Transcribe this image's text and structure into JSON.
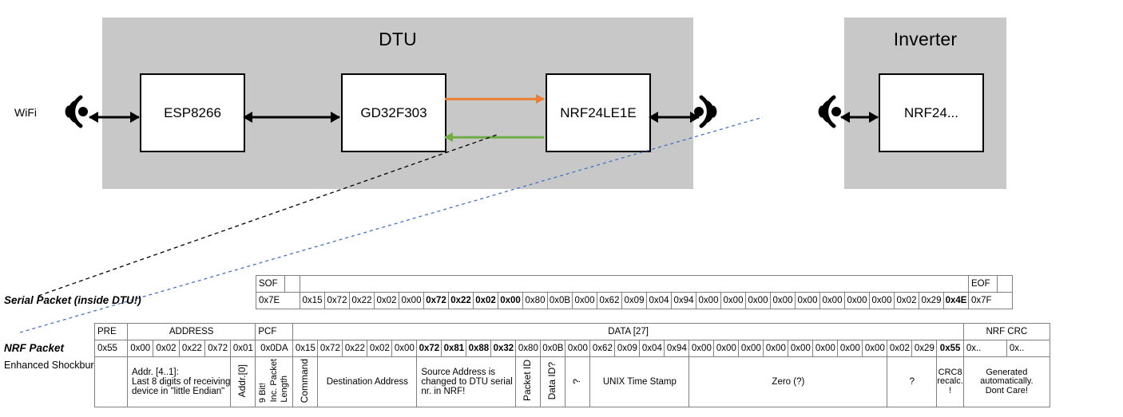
{
  "diagram": {
    "dtu": {
      "title": "DTU",
      "chips": [
        "ESP8266",
        "GD32F303",
        "NRF24LE1E"
      ],
      "internal_arrows": [
        {
          "name": "orange-tx-arrow",
          "color": "#ED7D31",
          "direction": "right"
        },
        {
          "name": "green-rx-arrow",
          "color": "#70AD47",
          "direction": "left"
        }
      ]
    },
    "inverter": {
      "title": "Inverter",
      "chips": [
        "NRF24..."
      ]
    },
    "wifi_label": "WiFi",
    "enclosure_color": "#C8C8C8"
  },
  "serial_packet": {
    "label": "Serial Packet (inside DTU!)",
    "sof_header": "SOF",
    "eof_header": "EOF",
    "sof_value": "0x7E",
    "eof_value": "0x7F",
    "bytes": [
      {
        "v": "0x15",
        "c": "greendark",
        "b": false
      },
      {
        "v": "0x72",
        "c": "green",
        "b": false
      },
      {
        "v": "0x22",
        "c": "green",
        "b": false
      },
      {
        "v": "0x02",
        "c": "green",
        "b": false
      },
      {
        "v": "0x00",
        "c": "green",
        "b": false
      },
      {
        "v": "0x72",
        "c": "yellow",
        "b": true
      },
      {
        "v": "0x22",
        "c": "yellow",
        "b": true
      },
      {
        "v": "0x02",
        "c": "yellow",
        "b": true
      },
      {
        "v": "0x00",
        "c": "yellow",
        "b": true
      },
      {
        "v": "0x80",
        "c": "blue",
        "b": false
      },
      {
        "v": "0x0B",
        "c": "green",
        "b": false
      },
      {
        "v": "0x00",
        "c": "green",
        "b": false
      },
      {
        "v": "0x62",
        "c": "greydata",
        "b": false
      },
      {
        "v": "0x09",
        "c": "greydata",
        "b": false
      },
      {
        "v": "0x04",
        "c": "greydata",
        "b": false
      },
      {
        "v": "0x94",
        "c": "greydata",
        "b": false
      },
      {
        "v": "0x00",
        "c": "green",
        "b": false
      },
      {
        "v": "0x00",
        "c": "green",
        "b": false
      },
      {
        "v": "0x00",
        "c": "green",
        "b": false
      },
      {
        "v": "0x00",
        "c": "green",
        "b": false
      },
      {
        "v": "0x00",
        "c": "green",
        "b": false
      },
      {
        "v": "0x00",
        "c": "green",
        "b": false
      },
      {
        "v": "0x00",
        "c": "green",
        "b": false
      },
      {
        "v": "0x00",
        "c": "green",
        "b": false
      },
      {
        "v": "0x02",
        "c": "greydata",
        "b": false
      },
      {
        "v": "0x29",
        "c": "greydata",
        "b": false
      },
      {
        "v": "0x4E",
        "c": "orange",
        "b": true
      }
    ]
  },
  "nrf_packet": {
    "label": "NRF Packet",
    "sublabel": "Enhanced Shockburst",
    "headers": {
      "pre": "PRE",
      "address": "ADDRESS",
      "pcf": "PCF",
      "data": "DATA [27]",
      "crc": "NRF CRC"
    },
    "pre_value": "0x55",
    "address_values": [
      "0x00",
      "0x02",
      "0x22",
      "0x72",
      "0x01"
    ],
    "pcf_value": "0x0DA",
    "crc_values": [
      "0x..",
      "0x.."
    ],
    "bytes": [
      {
        "v": "0x15",
        "c": "greendark",
        "b": false
      },
      {
        "v": "0x72",
        "c": "green",
        "b": false
      },
      {
        "v": "0x22",
        "c": "green",
        "b": false
      },
      {
        "v": "0x02",
        "c": "green",
        "b": false
      },
      {
        "v": "0x00",
        "c": "green",
        "b": false
      },
      {
        "v": "0x72",
        "c": "salmon",
        "b": true
      },
      {
        "v": "0x81",
        "c": "salmon",
        "b": true
      },
      {
        "v": "0x88",
        "c": "salmon",
        "b": true
      },
      {
        "v": "0x32",
        "c": "salmon",
        "b": true
      },
      {
        "v": "0x80",
        "c": "blue",
        "b": false
      },
      {
        "v": "0x0B",
        "c": "green",
        "b": false
      },
      {
        "v": "0x00",
        "c": "green",
        "b": false
      },
      {
        "v": "0x62",
        "c": "greydata",
        "b": false
      },
      {
        "v": "0x09",
        "c": "greydata",
        "b": false
      },
      {
        "v": "0x04",
        "c": "greydata",
        "b": false
      },
      {
        "v": "0x94",
        "c": "greydata",
        "b": false
      },
      {
        "v": "0x00",
        "c": "green",
        "b": false
      },
      {
        "v": "0x00",
        "c": "green",
        "b": false
      },
      {
        "v": "0x00",
        "c": "green",
        "b": false
      },
      {
        "v": "0x00",
        "c": "green",
        "b": false
      },
      {
        "v": "0x00",
        "c": "green",
        "b": false
      },
      {
        "v": "0x00",
        "c": "green",
        "b": false
      },
      {
        "v": "0x00",
        "c": "green",
        "b": false
      },
      {
        "v": "0x00",
        "c": "green",
        "b": false
      },
      {
        "v": "0x02",
        "c": "greydata",
        "b": false
      },
      {
        "v": "0x29",
        "c": "greydata",
        "b": false
      },
      {
        "v": "0x55",
        "c": "salmon",
        "b": true
      }
    ],
    "descriptions": {
      "address": "Addr. [4..1]:\nLast 8 digits of receiving device in \"little Endian\"",
      "address_line1": "Addr. [4..1]:",
      "address_line2": "Last 8 digits of receiving",
      "address_line3": "device in \"little Endian\"",
      "addr0": "Addr.[0]",
      "pcf_l1": "9 Bit!",
      "pcf_l2": "Inc. Packet",
      "pcf_l3": "Length",
      "command": "Command",
      "destination": "Destination Address",
      "source_l1": "Source Address is",
      "source_l2": "changed to DTU serial",
      "source_l3": "nr. in NRF!",
      "packet_id": "Packet ID",
      "data_id": "Data ID?",
      "unknown1": "?",
      "timestamp": "UNIX Time Stamp",
      "zero": "Zero (?)",
      "unknown2": "?",
      "crc8_l1": "CRC8",
      "crc8_l2": "recalc.",
      "crc8_l3": "!",
      "nrfcrc_l1": "Generated",
      "nrfcrc_l2": "automatically.",
      "nrfcrc_l3": "Dont Care!"
    }
  },
  "colors": {
    "orange_arrow": "#ED7D31",
    "green_arrow": "#70AD47",
    "enclosure": "#C8C8C8",
    "leader_black": "#000000",
    "leader_blue": "#4472C4"
  }
}
